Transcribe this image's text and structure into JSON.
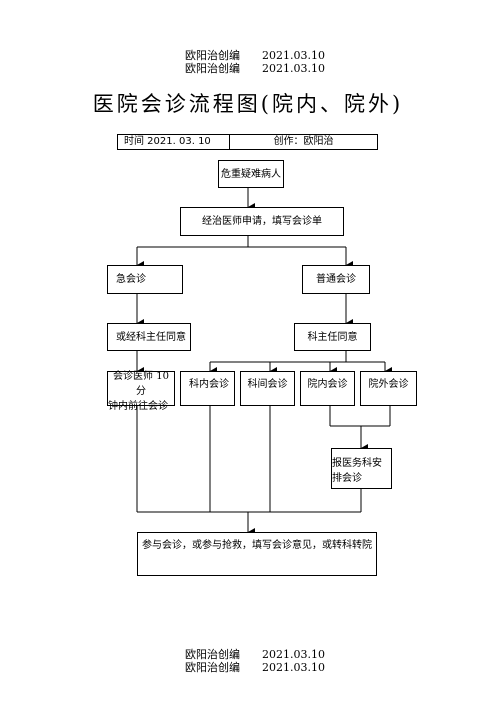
{
  "header": {
    "line1_name": "欧阳治创编",
    "line1_date": "2021.03.10",
    "line2_name": "欧阳治创编",
    "line2_date": "2021.03.10"
  },
  "title": "医院会诊流程图(院内、院外)",
  "meta": {
    "time": "时间 2021. 03. 10",
    "author": "创作：欧阳治"
  },
  "nodes": {
    "critical_patient": "危重疑难病人",
    "doctor_apply": "经治医师申请，填写会诊单",
    "urgent": "急会诊",
    "normal": "普通会诊",
    "or_director_agree": "或经科主任同意",
    "director_agree": "科主任同意",
    "doctor_10min_line1": "会诊医师 10 分",
    "doctor_10min_line2": "钟内前往会诊",
    "dept_internal": "科内会诊",
    "dept_between": "科间会诊",
    "hospital_internal": "院内会诊",
    "hospital_external": "院外会诊",
    "medical_affairs_line1": "报医务科安",
    "medical_affairs_line2": "排会诊",
    "final": "参与会诊，或参与抢救，填写会诊意见，或转科转院"
  },
  "footer": {
    "line1_name": "欧阳治创编",
    "line1_date": "2021.03.10",
    "line2_name": "欧阳治创编",
    "line2_date": "2021.03.10"
  }
}
